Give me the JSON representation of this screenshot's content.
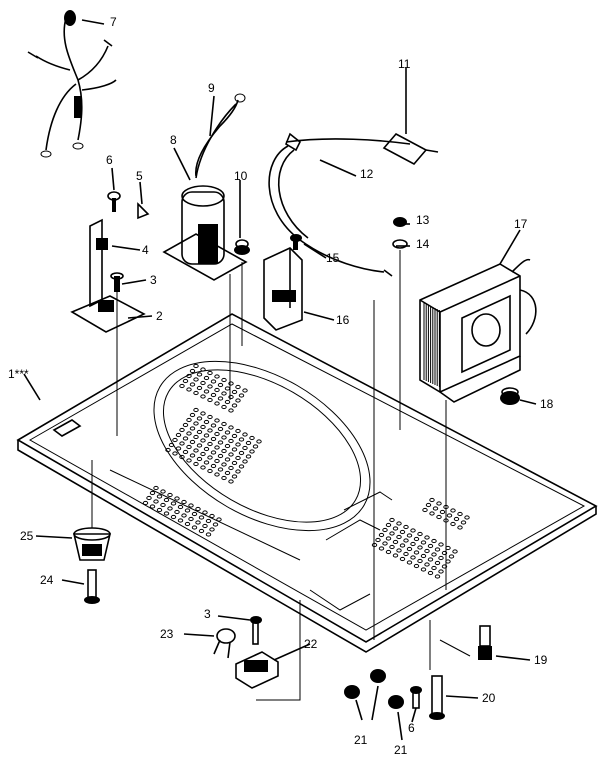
{
  "diagram": {
    "labels": {
      "l1": "1***",
      "l2": "2",
      "l3a": "3",
      "l3b": "3",
      "l4": "4",
      "l5": "5",
      "l6a": "6",
      "l6b": "6",
      "l7": "7",
      "l8": "8",
      "l9": "9",
      "l10": "10",
      "l11": "11",
      "l12": "12",
      "l13": "13",
      "l14": "14",
      "l15": "15",
      "l16": "16",
      "l17": "17",
      "l18": "18",
      "l19": "19",
      "l20": "20",
      "l21a": "21",
      "l21b": "21",
      "l22": "22",
      "l23": "23",
      "l24": "24",
      "l25": "25"
    },
    "colors": {
      "ink": "#000000",
      "paper": "#ffffff"
    }
  }
}
